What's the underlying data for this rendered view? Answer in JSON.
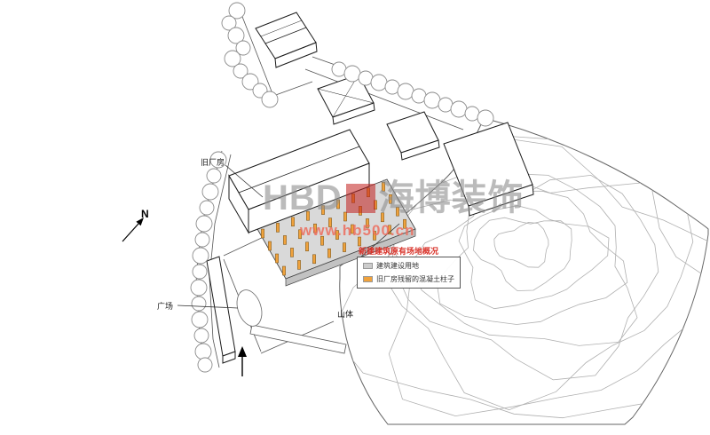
{
  "labels": {
    "old_factory": "旧厂房",
    "plaza": "广场",
    "mountain": "山体",
    "north": "N"
  },
  "legend": {
    "title": "新建建筑原有场地概况",
    "items": [
      {
        "label": "建筑建设用地",
        "color": "#cccccc"
      },
      {
        "label": "旧厂房残留的混凝土柱子",
        "color": "#f0a23c"
      }
    ]
  },
  "watermark": {
    "brand_latin": "HBD",
    "brand_cn": "海博装饰",
    "url": "www.hb500.cn"
  },
  "colors": {
    "platform": "#d9d9d9",
    "platform_edge": "#c2c2c2",
    "column": "#f0a23c",
    "contour": "#b0b0b0",
    "outline": "#444444"
  }
}
